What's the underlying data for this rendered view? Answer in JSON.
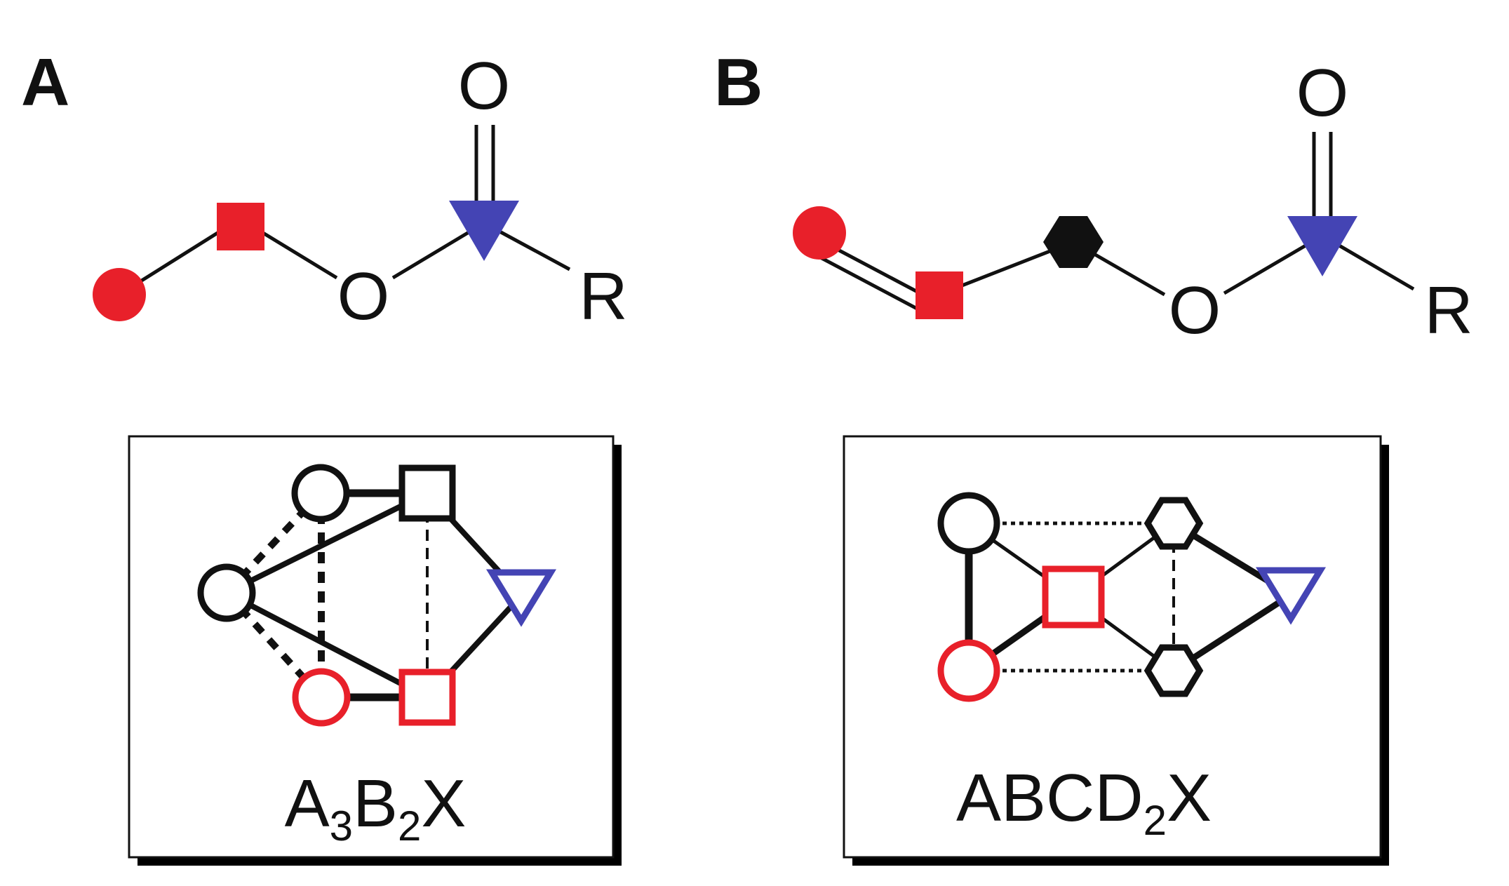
{
  "panels": {
    "a": {
      "letter": "A",
      "atoms": {
        "oxygen_carbonyl": "O",
        "oxygen_ester": "O",
        "r_group": "R"
      },
      "formula": {
        "a": "A",
        "a_count": "3",
        "b": "B",
        "b_count": "2",
        "x": "X"
      }
    },
    "b": {
      "letter": "B",
      "atoms": {
        "oxygen_carbonyl": "O",
        "oxygen_ester": "O",
        "r_group": "R"
      },
      "formula": {
        "abc": "ABC",
        "d": "D",
        "d_count": "2",
        "x": "X"
      }
    }
  },
  "colors": {
    "red": "#e8202a",
    "blue": "#4444b4",
    "black": "#111111",
    "shadow": "#000000"
  }
}
